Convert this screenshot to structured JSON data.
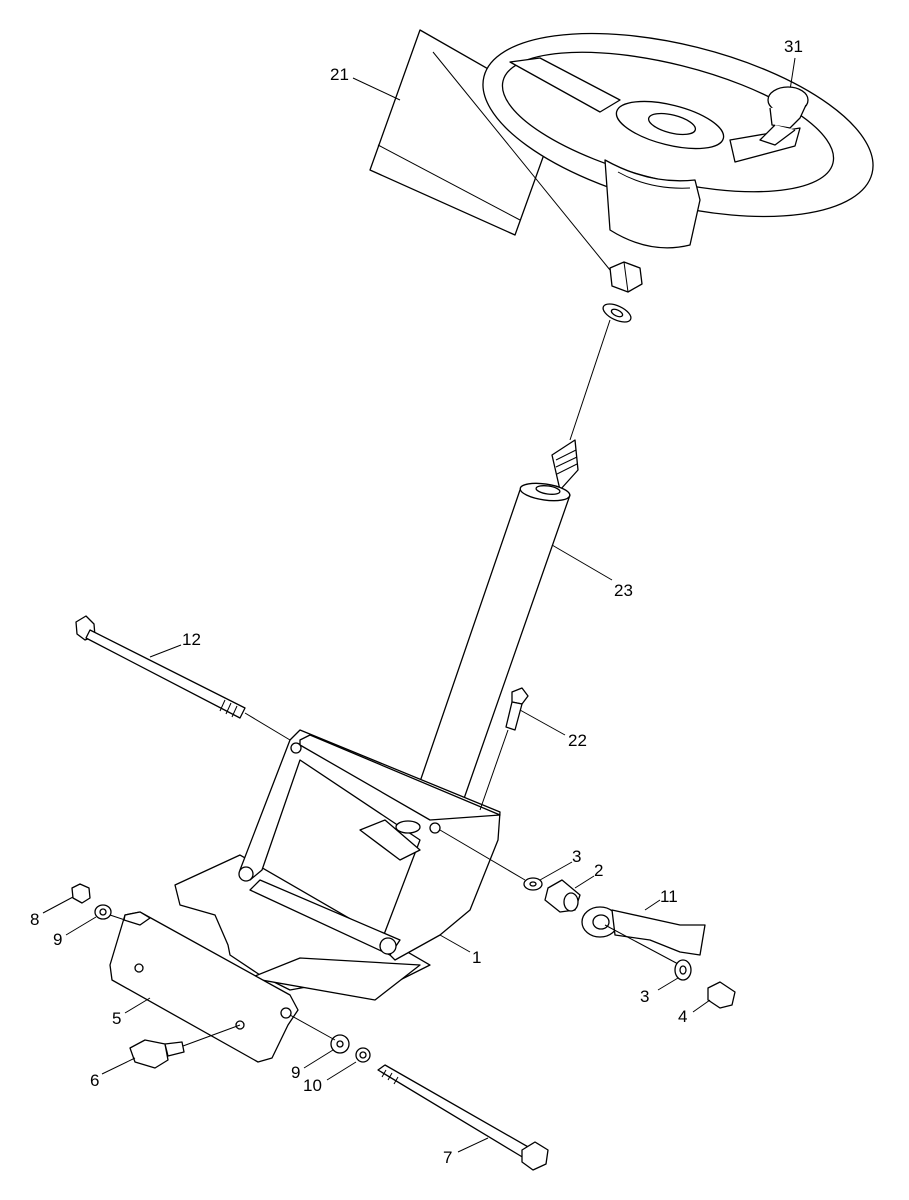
{
  "labels": {
    "p1": "1",
    "p2": "2",
    "p3a": "3",
    "p3b": "3",
    "p4": "4",
    "p5": "5",
    "p6": "6",
    "p7": "7",
    "p8": "8",
    "p9a": "9",
    "p9b": "9",
    "p10": "10",
    "p11": "11",
    "p12": "12",
    "p21": "21",
    "p22": "22",
    "p23": "23",
    "p31": "31"
  }
}
